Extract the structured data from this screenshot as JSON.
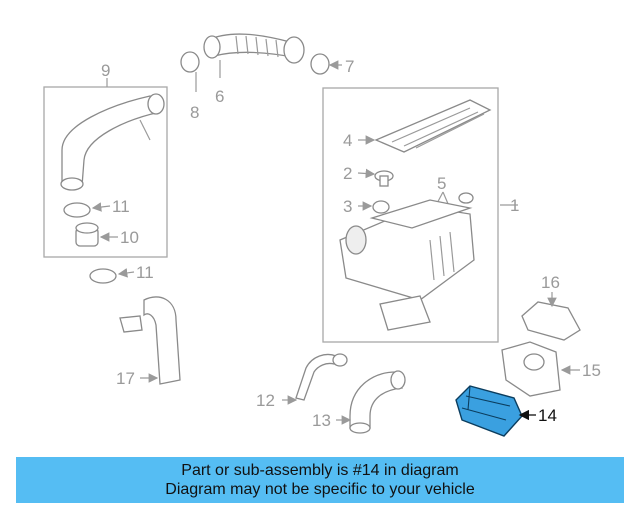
{
  "callouts": {
    "c1": "1",
    "c2": "2",
    "c3": "3",
    "c4": "4",
    "c5": "5",
    "c6": "6",
    "c7": "7",
    "c8": "8",
    "c9": "9",
    "c10": "10",
    "c11a": "11",
    "c11b": "11",
    "c12": "12",
    "c13": "13",
    "c14": "14",
    "c15": "15",
    "c16": "16",
    "c17": "17"
  },
  "highlight": {
    "part": "14",
    "color": "#3aa0e0"
  },
  "banner": {
    "line1": "Part or sub-assembly is #14 in diagram",
    "line2": "Diagram may not be specific to your vehicle",
    "background": "#55bdf3"
  }
}
